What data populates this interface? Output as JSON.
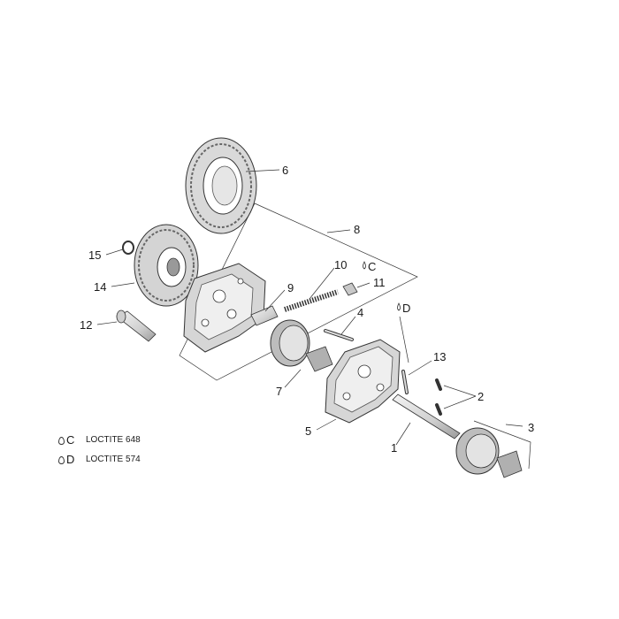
{
  "callouts": {
    "c1": "1",
    "c2": "2",
    "c3": "3",
    "c4": "4",
    "c5": "5",
    "c6": "6",
    "c7": "7",
    "c8": "8",
    "c9": "9",
    "c10": "10",
    "c11": "11",
    "c12": "12",
    "c13": "13",
    "c14": "14",
    "c15": "15",
    "cC": "C",
    "cD": "D"
  },
  "legend": [
    {
      "code": "C",
      "label": "LOCTITE 648"
    },
    {
      "code": "D",
      "label": "LOCTITE 574"
    }
  ],
  "colors": {
    "line": "#333333",
    "part_light": "#eeeeee",
    "part_mid": "#c8c8c8",
    "part_dark": "#8a8a8a"
  }
}
